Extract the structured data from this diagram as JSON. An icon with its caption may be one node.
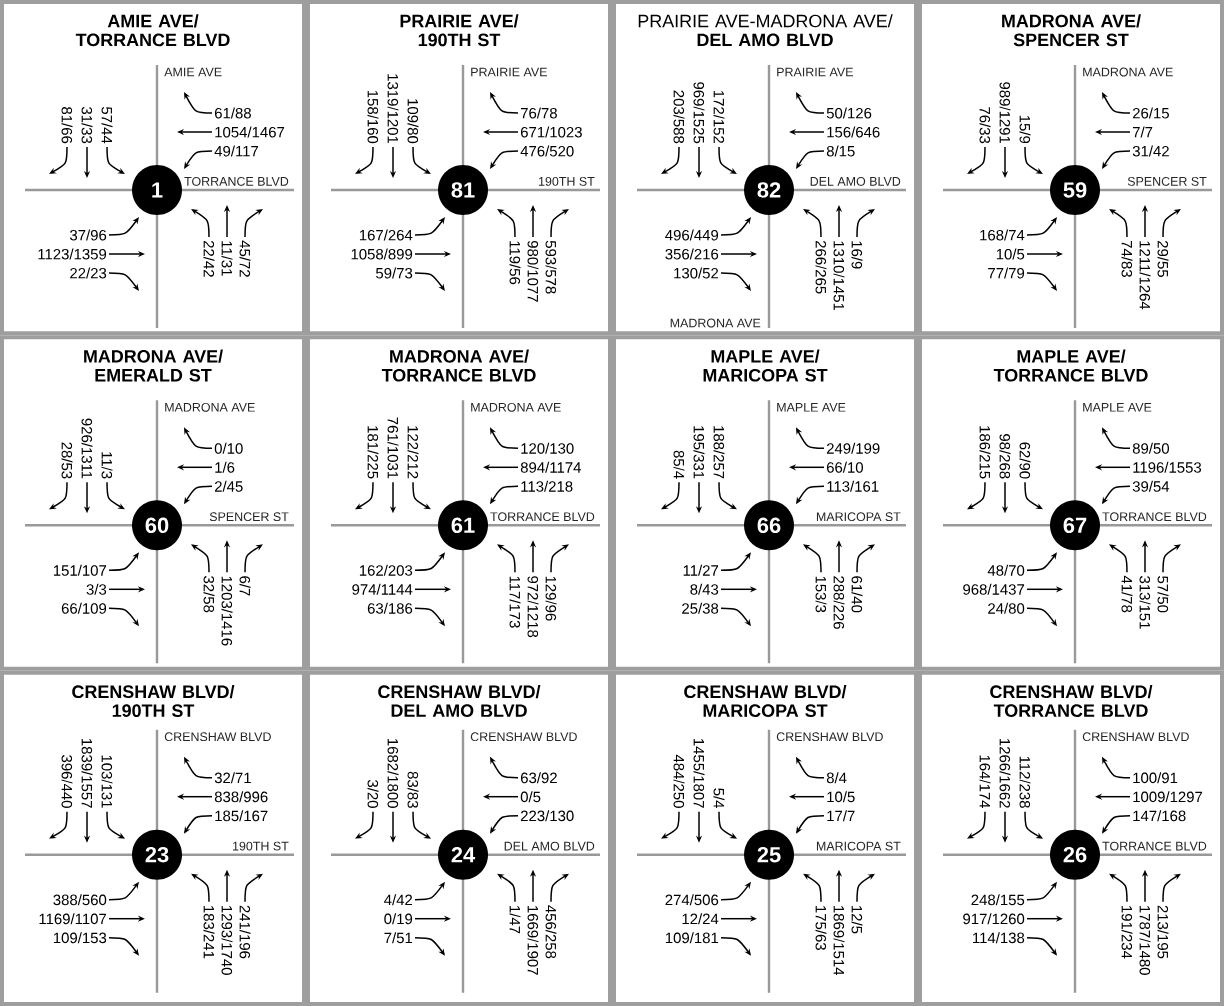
{
  "diagram": {
    "nodes": [
      {
        "text": [
          "AMIE AVE/ TORRANCE BLVD",
          "AMIE AVE",
          "TORRANCE BLVD"
        ]
      },
      {
        "text": [
          "1"
        ],
        "in": 0,
        "beside": [
          "81/66",
          "31/33",
          "57/44",
          "61/88",
          "1054/1467",
          "49/117",
          "37/96",
          "1123/1359",
          "22/23",
          "22/42",
          "11/31",
          "45/72"
        ]
      },
      {
        "text": [
          "PRAIRIE AVE/ 190TH ST",
          "PRAIRIE AVE",
          "190TH ST"
        ]
      },
      {
        "text": [
          "81"
        ],
        "in": 2,
        "beside": [
          "158/160",
          "1319/1201",
          "109/80",
          "76/78",
          "671/1023",
          "476/520",
          "167/264",
          "1058/899",
          "59/73",
          "119/56",
          "980/1077",
          "593/578"
        ]
      },
      {
        "text": [
          "PRAIRIE AVE-MADRONA AVE/ **DEL AMO BLVD**",
          "PRAIRIE AVE",
          "DEL AMO BLVD",
          "MADRONA AVE"
        ]
      },
      {
        "text": [
          "82"
        ],
        "in": 4,
        "beside": [
          "203/588",
          "969/1525",
          "172/152",
          "50/126",
          "156/646",
          "8/15",
          "496/449",
          "356/216",
          "130/52",
          "266/265",
          "1310/1451",
          "16/9"
        ]
      },
      {
        "text": [
          "MADRONA AVE/ SPENCER ST",
          "MADRONA AVE",
          "SPENCER ST"
        ]
      },
      {
        "text": [
          "59"
        ],
        "in": 6,
        "beside": [
          "76/33",
          "989/1291",
          "15/9",
          "26/15",
          "7/7",
          "31/42",
          "168/74",
          "10/5",
          "77/79",
          "74/83",
          "1211/1264",
          "29/55"
        ]
      },
      {
        "text": [
          "MADRONA AVE/ EMERALD ST",
          "MADRONA AVE",
          "SPENCER ST"
        ]
      },
      {
        "text": [
          "60"
        ],
        "in": 8,
        "beside": [
          "28/53",
          "926/1311",
          "11/3",
          "0/10",
          "1/6",
          "2/45",
          "151/107",
          "3/3",
          "66/109",
          "32/58",
          "1203/1416",
          "6/7"
        ]
      },
      {
        "text": [
          "MADRONA AVE/ TORRANCE BLVD",
          "MADRONA AVE",
          "TORRANCE BLVD"
        ]
      },
      {
        "text": [
          "61"
        ],
        "in": 10,
        "beside": [
          "181/225",
          "761/1031",
          "122/212",
          "120/130",
          "894/1174",
          "113/218",
          "162/203",
          "974/1144",
          "63/186",
          "117/173",
          "972/1218",
          "129/96"
        ]
      },
      {
        "text": [
          "MAPLE AVE/ MARICOPA ST",
          "MAPLE AVE",
          "MARICOPA ST"
        ]
      },
      {
        "text": [
          "66"
        ],
        "in": 12,
        "beside": [
          "85/4",
          "195/331",
          "188/257",
          "249/199",
          "66/10",
          "113/161",
          "11/27",
          "8/43",
          "25/38",
          "153/3",
          "288/226",
          "61/40"
        ]
      },
      {
        "text": [
          "MAPLE AVE/ TORRANCE BLVD",
          "MAPLE AVE",
          "TORRANCE BLVD"
        ]
      },
      {
        "text": [
          "67"
        ],
        "in": 14,
        "beside": [
          "186/215",
          "98/268",
          "62/90",
          "89/50",
          "1196/1553",
          "39/54",
          "48/70",
          "968/1437",
          "24/80",
          "41/78",
          "313/151",
          "57/50"
        ]
      },
      {
        "text": [
          "CRENSHAW BLVD/ 190TH ST",
          "CRENSHAW BLVD",
          "190TH ST"
        ]
      },
      {
        "text": [
          "23"
        ],
        "in": 16,
        "beside": [
          "396/440",
          "1839/1557",
          "103/131",
          "32/71",
          "838/996",
          "185/167",
          "388/560",
          "1169/1107",
          "109/153",
          "183/241",
          "1293/1740",
          "241/196"
        ]
      },
      {
        "text": [
          "CRENSHAW BLVD/ DEL AMO BLVD",
          "CRENSHAW BLVD",
          "DEL AMO BLVD"
        ]
      },
      {
        "text": [
          "24"
        ],
        "in": 18,
        "beside": [
          "3/20",
          "1682/1800",
          "83/83",
          "63/92",
          "0/5",
          "223/130",
          "4/42",
          "0/19",
          "7/51",
          "1/47",
          "1669/1907",
          "456/258"
        ]
      },
      {
        "text": [
          "CRENSHAW BLVD/ MARICOPA ST",
          "CRENSHAW BLVD",
          "MARICOPA ST"
        ]
      },
      {
        "text": [
          "25"
        ],
        "in": 20,
        "beside": [
          "484/250",
          "1455/1807",
          "5/4",
          "8/4",
          "10/5",
          "17/7",
          "274/506",
          "12/24",
          "109/181",
          "175/63",
          "1869/1514",
          "12/5"
        ]
      },
      {
        "text": [
          "CRENSHAW BLVD/ TORRANCE BLVD",
          "CRENSHAW BLVD",
          "TORRANCE BLVD"
        ]
      },
      {
        "text": [
          "26"
        ],
        "in": 22,
        "beside": [
          "164/174",
          "1266/1662",
          "112/238",
          "100/91",
          "1009/1297",
          "147/168",
          "248/155",
          "917/1260",
          "114/138",
          "191/234",
          "1787/1480",
          "213/195"
        ]
      }
    ]
  }
}
